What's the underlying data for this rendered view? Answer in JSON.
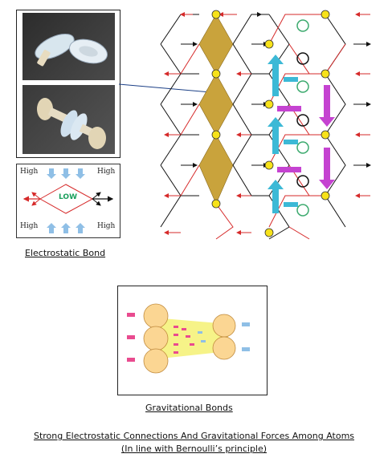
{
  "inset": {
    "corner_labels": [
      "High",
      "High",
      "High",
      "High"
    ],
    "center_label": "LOW"
  },
  "captions": {
    "electrostatic": "Electrostatic Bond",
    "gravitational": "Gravitational Bonds",
    "main_line1": "Strong Electrostatic Connections And Gravitational Forces Among Atoms",
    "main_line2": "(In line with Bernoulli’s principle)"
  },
  "colors": {
    "red": "#d62a2a",
    "gold": "#c9a33c",
    "cyan": "#3cb9d6",
    "magenta": "#c543d1",
    "green": "#3caa6e",
    "node_yellow": "#f7e21a",
    "atom": "#fbd693",
    "yellow_field": "#f4f06a",
    "pink": "#e94b8f",
    "light_blue": "#8fbfe6"
  },
  "icons": [
    "suction-cup-photo-icon",
    "spool-photo-icon",
    "rotation-arrow-icon",
    "node-circle-icon"
  ]
}
